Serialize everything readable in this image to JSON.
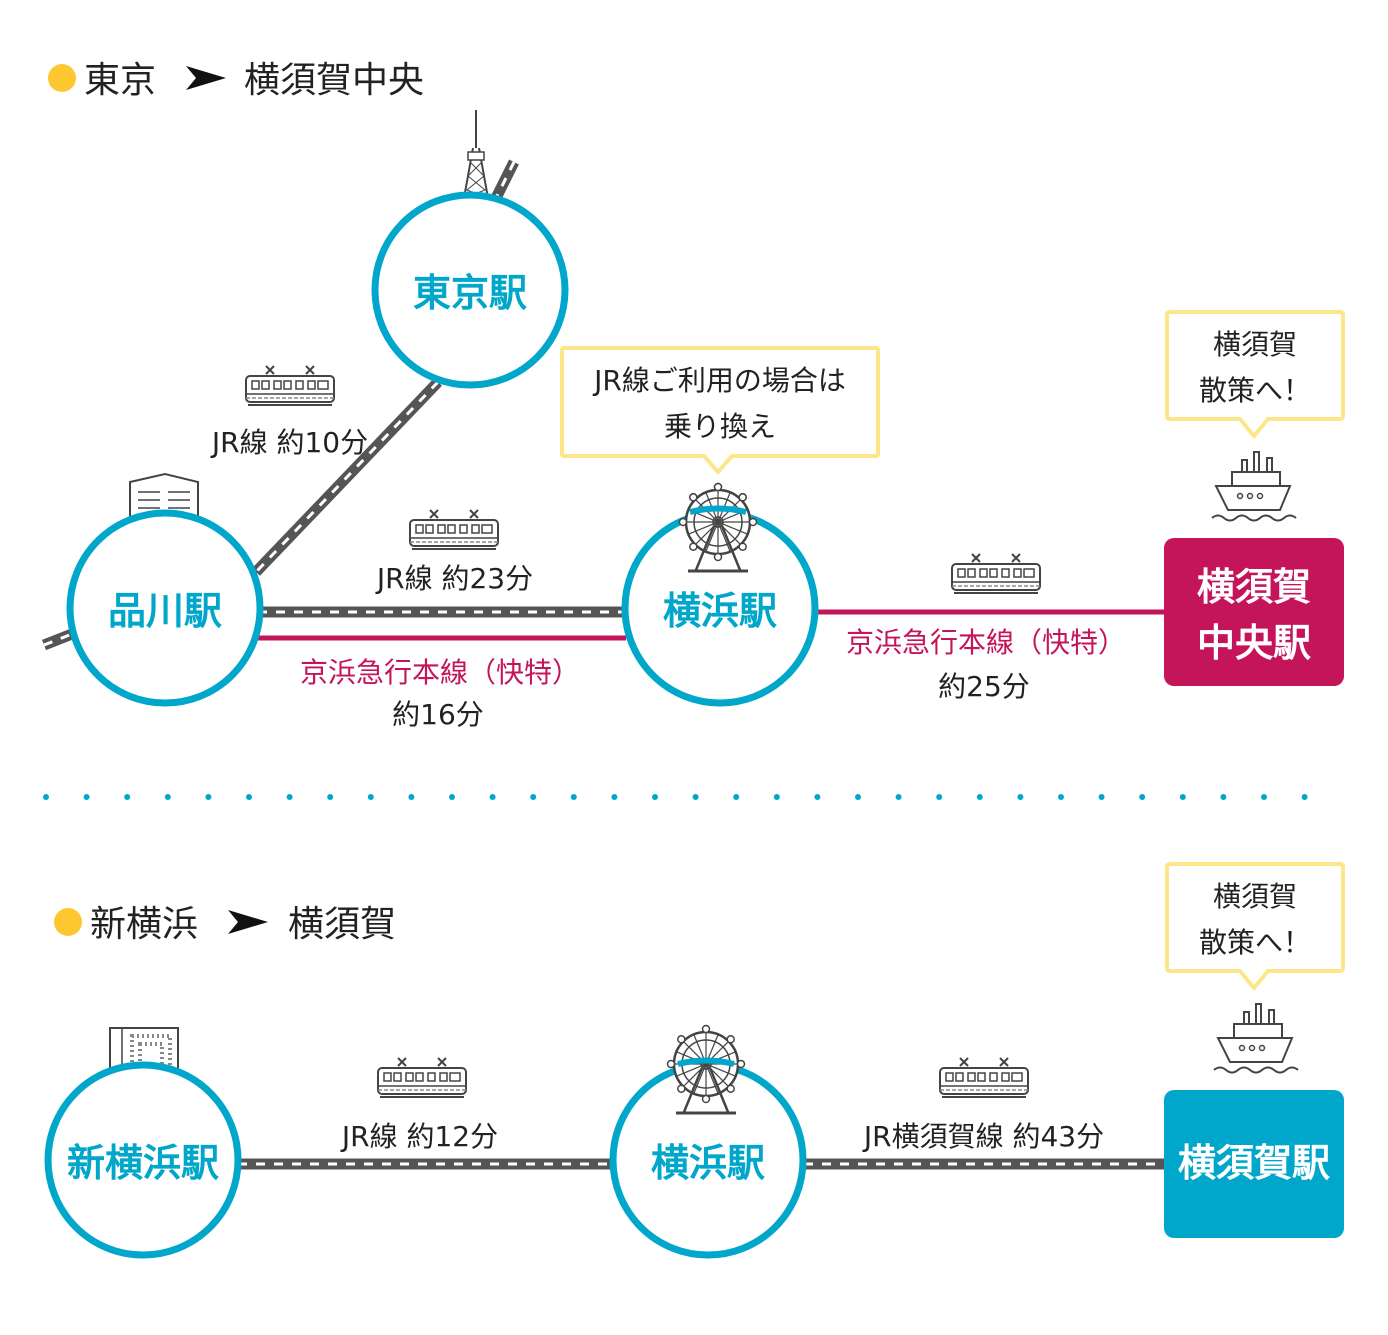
{
  "colors": {
    "teal": "#00a7cb",
    "magenta": "#c4145a",
    "track": "#555555",
    "yellow_dot": "#fdc82f",
    "bubble_border": "#fde68a",
    "text": "#222222",
    "icon": "#444444"
  },
  "section1": {
    "header": {
      "from": "東京",
      "to": "横須賀中央"
    },
    "stations": {
      "tokyo": "東京駅",
      "shinagawa": "品川駅",
      "yokohama": "横浜駅",
      "yokosuka_chuo_line1": "横須賀",
      "yokosuka_chuo_line2": "中央駅"
    },
    "routes": {
      "tokyo_shinagawa": "JR線 約10分",
      "shinagawa_yokohama_jr": "JR線 約23分",
      "shinagawa_yokohama_keikyu_line": "京浜急行本線（快特）",
      "shinagawa_yokohama_keikyu_time": "約16分",
      "yokohama_chuo_line": "京浜急行本線（快特）",
      "yokohama_chuo_time": "約25分"
    },
    "bubbles": {
      "transfer_line1": "JR線ご利用の場合は",
      "transfer_line2": "乗り換え",
      "stroll_line1": "横須賀",
      "stroll_line2": "散策へ！"
    }
  },
  "section2": {
    "header": {
      "from": "新横浜",
      "to": "横須賀"
    },
    "stations": {
      "shinyokohama": "新横浜駅",
      "yokohama": "横浜駅",
      "yokosuka": "横須賀駅"
    },
    "routes": {
      "shinyokohama_yokohama": "JR線 約12分",
      "yokohama_yokosuka": "JR横須賀線 約43分"
    },
    "bubbles": {
      "stroll_line1": "横須賀",
      "stroll_line2": "散策へ！"
    }
  },
  "icons": [
    "tokyo-tower-icon",
    "building-icon",
    "ferris-wheel-icon",
    "ship-icon",
    "train-icon",
    "arrow-right-icon"
  ]
}
